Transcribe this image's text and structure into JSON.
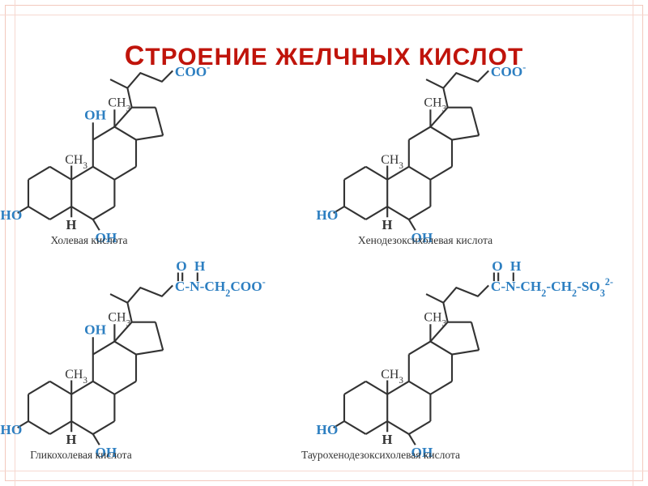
{
  "title": "Строение желчных кислот",
  "molecules": [
    {
      "name": "Холевая кислота",
      "side_chain": "COO⁻",
      "oh3": "HO",
      "oh7": "OH",
      "oh12": "OH",
      "h5": "H",
      "ch3_18": "CH₃",
      "ch3_19": "CH₃"
    },
    {
      "name": "Хенодезоксихолевая кислота",
      "side_chain": "COO⁻",
      "oh3": "HO",
      "oh7": "OH",
      "oh12": "",
      "h5": "H",
      "ch3_18": "CH₃",
      "ch3_19": "CH₃"
    },
    {
      "name": "Гликохолевая кислота",
      "side_chain": "C-N-CH₂COO⁻",
      "carbonyl_o": "O",
      "amide_h": "H",
      "oh3": "HO",
      "oh7": "OH",
      "oh12": "OH",
      "h5": "H",
      "ch3_18": "CH₃",
      "ch3_19": "CH₃"
    },
    {
      "name": "Таурохенодезоксихолевая кислота",
      "side_chain": "C-N-CH₂-CH₂-SO₃²⁻",
      "carbonyl_o": "O",
      "amide_h": "H",
      "oh3": "HO",
      "oh7": "OH",
      "oh12": "",
      "h5": "H",
      "ch3_18": "CH₃",
      "ch3_19": "CH₃"
    }
  ],
  "colors": {
    "title": "#c0140b",
    "functional_group": "#2d7fc1",
    "bond": "#333333"
  }
}
